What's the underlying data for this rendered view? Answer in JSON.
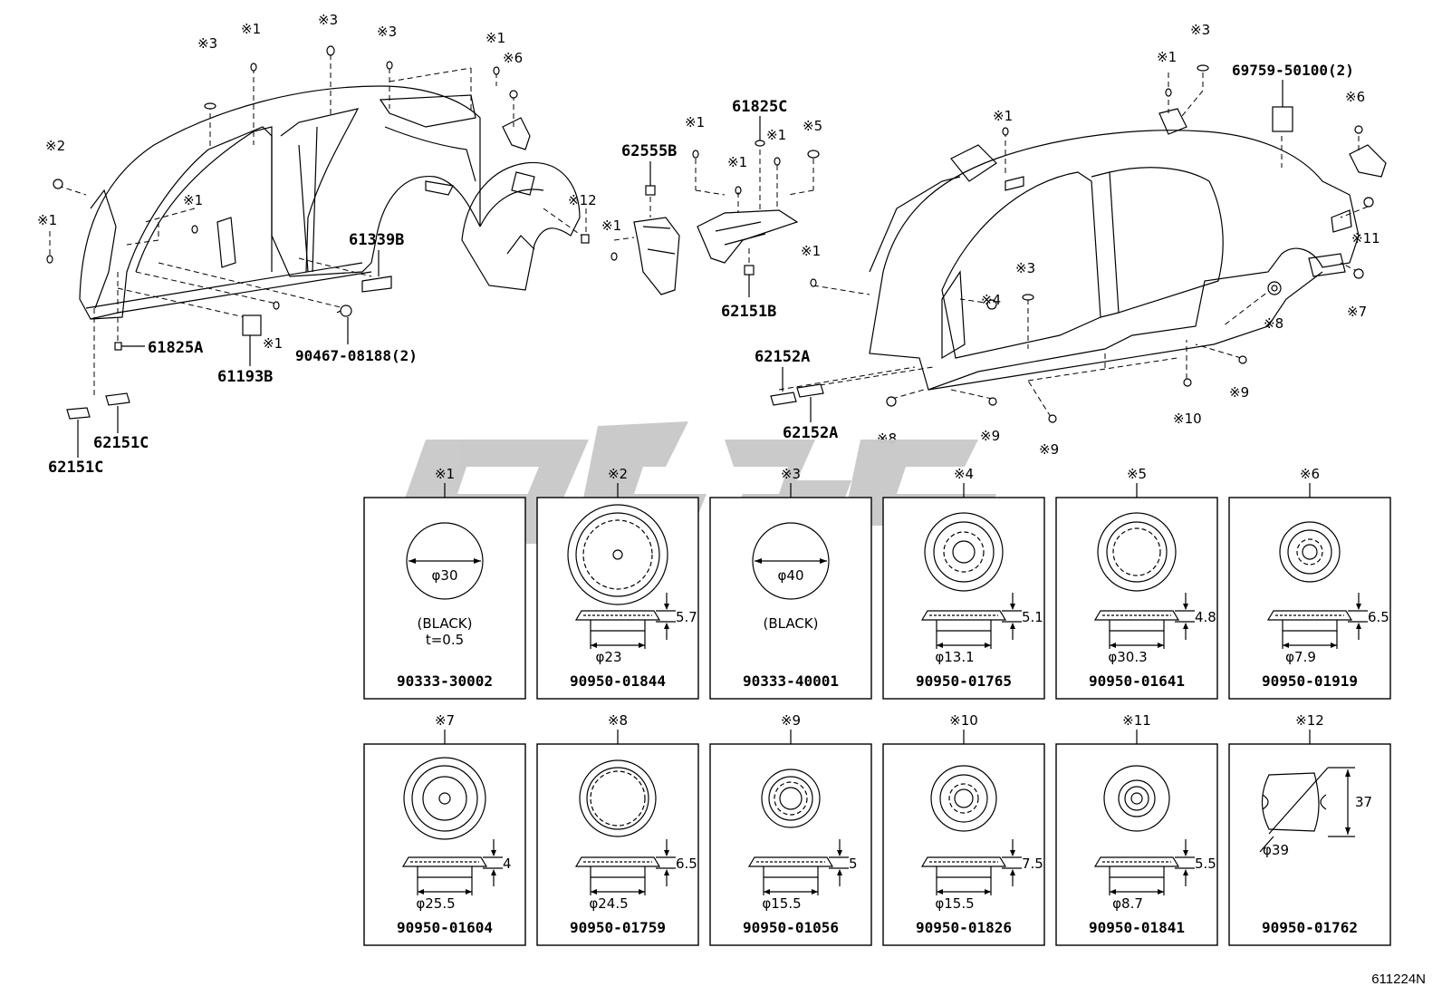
{
  "drawing_ref": "611224N",
  "callouts": {
    "c61339B": "61339B",
    "c90467": "90467-08188(2)",
    "c61825A": "61825A",
    "c61193B": "61193B",
    "c62151C_1": "62151C",
    "c62151C_2": "62151C",
    "c62555B": "62555B",
    "c61825C": "61825C",
    "c62151B": "62151B",
    "c69759": "69759-50100(2)",
    "c62152A_1": "62152A",
    "c62152A_2": "62152A"
  },
  "marks": {
    "m1": "※1",
    "m2": "※2",
    "m3": "※3",
    "m4": "※4",
    "m5": "※5",
    "m6": "※6",
    "m7": "※7",
    "m8": "※8",
    "m9": "※9",
    "m10": "※10",
    "m11": "※11",
    "m12": "※12"
  },
  "plugs": [
    {
      "mark": "※1",
      "part": "90333-30002",
      "dims": [
        "φ30",
        "(BLACK)",
        "t=0.5"
      ]
    },
    {
      "mark": "※2",
      "part": "90950-01844",
      "dims": [
        "5.7",
        "φ23"
      ]
    },
    {
      "mark": "※3",
      "part": "90333-40001",
      "dims": [
        "φ40",
        "(BLACK)"
      ]
    },
    {
      "mark": "※4",
      "part": "90950-01765",
      "dims": [
        "5.1",
        "φ13.1"
      ]
    },
    {
      "mark": "※5",
      "part": "90950-01641",
      "dims": [
        "4.8",
        "φ30.3"
      ]
    },
    {
      "mark": "※6",
      "part": "90950-01919",
      "dims": [
        "6.5",
        "φ7.9"
      ]
    },
    {
      "mark": "※7",
      "part": "90950-01604",
      "dims": [
        "4",
        "φ25.5"
      ]
    },
    {
      "mark": "※8",
      "part": "90950-01759",
      "dims": [
        "6.5",
        "φ24.5"
      ]
    },
    {
      "mark": "※9",
      "part": "90950-01056",
      "dims": [
        "5",
        "φ15.5"
      ]
    },
    {
      "mark": "※10",
      "part": "90950-01826",
      "dims": [
        "7.5",
        "φ15.5"
      ]
    },
    {
      "mark": "※11",
      "part": "90950-01841",
      "dims": [
        "5.5",
        "φ8.7"
      ]
    },
    {
      "mark": "※12",
      "part": "90950-01762",
      "dims": [
        "37",
        "φ39"
      ]
    }
  ],
  "colors": {
    "line": "#000000",
    "watermark": "#c8c8c8",
    "background": "#ffffff"
  }
}
